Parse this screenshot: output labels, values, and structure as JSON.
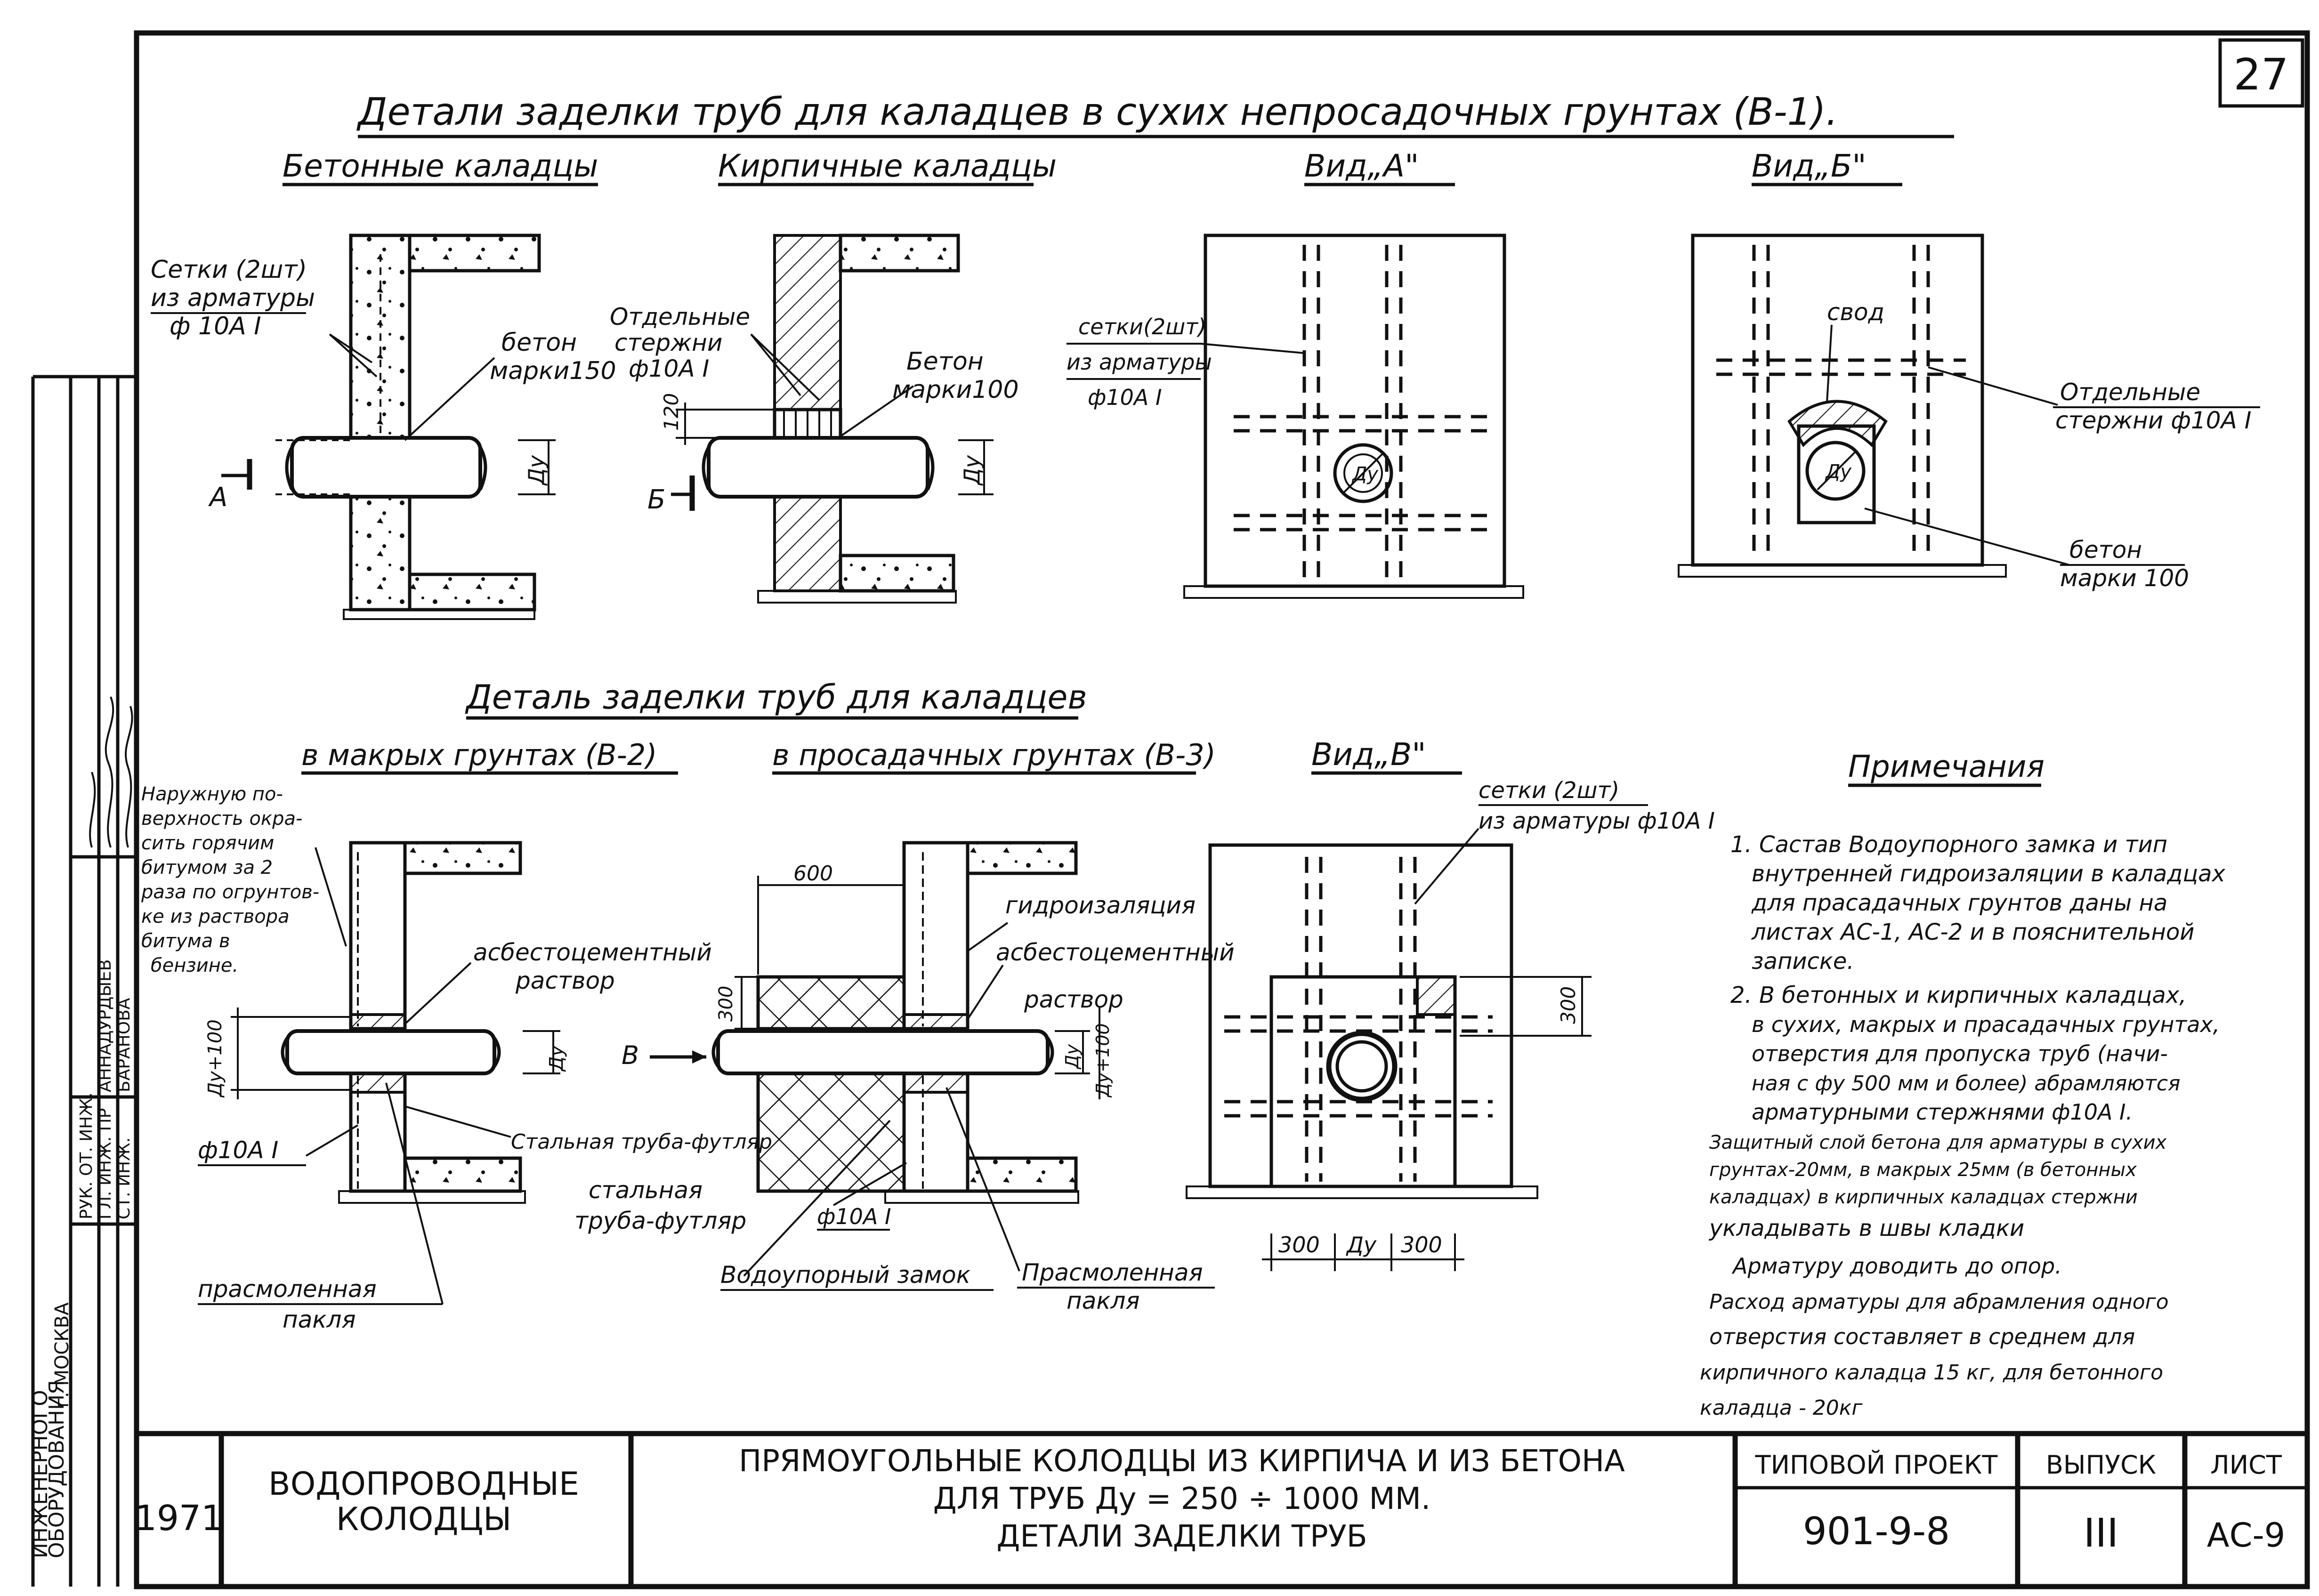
{
  "sheet_number": "27",
  "top_title": "Детали заделки труб для каладцев в сухих непросадочных грунтах (В-1).",
  "section_titles": {
    "concrete": "Бетонные каладцы",
    "brick": "Кирпичные каладцы",
    "view_a": "Вид„А\"",
    "view_b": "Вид„Б\""
  },
  "labels": {
    "nets": [
      "Сетки (2шт)",
      "из арматуры",
      "ф 10А I"
    ],
    "beton150": [
      "бетон",
      "марки150"
    ],
    "marker_a": "А",
    "marker_b": "Б",
    "dy": "Ду",
    "separate_bars": [
      "Отдельные",
      "стержни",
      "ф10А I"
    ],
    "beton100": [
      "Бетон",
      "марки100"
    ],
    "dim_120": "120",
    "nets_view_a": [
      "сетки(2шт)",
      "из арматуры",
      "ф10А I"
    ],
    "svod": "свод",
    "separate_bars_b": [
      "Отдельные",
      "стержни ф10А I"
    ],
    "beton100_b": [
      "бетон",
      "марки 100"
    ]
  },
  "middle_title": "Деталь заделки труб для каладцев",
  "sub_titles": {
    "wet": "в макрых грунтах (В-2)",
    "sagging": "в просадачных грунтах (В-3)",
    "view_v": "Вид„В\""
  },
  "bottom_labels": {
    "coating_note": [
      "Наружную по-",
      "верхность окра-",
      "сить горячим",
      "битумом за 2",
      "раза по огрунтов-",
      "ке из раствора",
      "битума в",
      "бензине."
    ],
    "asbestos_1": [
      "асбестоцементный",
      "раствор"
    ],
    "dy_100": "Ду+100",
    "f10_1": "ф10А I",
    "steel_sleeve_1": "Стальная труба-футляр",
    "tarred_1": [
      "прасмоленная",
      "пакля"
    ],
    "dim_600": "600",
    "hydro": "гидроизаляция",
    "asbestos_2": [
      "асбестоцементный",
      "раствор"
    ],
    "dim_300": "300",
    "marker_v": "В",
    "steel_sleeve_2": [
      "стальная",
      "труба-футляр"
    ],
    "f10_2": "ф10А I",
    "waterproof_lock": "Водоупорный замок",
    "tarred_2": [
      "Прасмоленная",
      "пакля"
    ],
    "nets_view_v": [
      "сетки (2шт)",
      "из арматуры ф10А I"
    ],
    "dims_v": [
      "300",
      "Ду",
      "300"
    ]
  },
  "notes": {
    "title": "Примечания",
    "lines": [
      "1. Састав Водоупорного замка и тип",
      "внутренней гидроизаляции в каладцах",
      "для прасадачных грунтов даны на",
      "листах АС-1, АС-2 и в пояснительной",
      "записке.",
      "2. В бетонных и кирпичных каладцах,",
      "в сухих, макрых и прасадачных грунтах,",
      "отверстия для пропуска труб (начи-",
      "ная с фу 500 мм и более) абрамляются",
      "арматурными стержнями ф10А I.",
      "Защитный слой бетона для арматуры в сухих",
      "грунтах-20мм, в макрых 25мм (в бетонных",
      "каладцах) в кирпичных каладцах стержни",
      "укладывать в швы кладки",
      "Арматуру доводить до опор.",
      "Расход арматуры для абрамления одного",
      "отверстия составляет в среднем для",
      "кирпичного каладца 15 кг, для бетонного",
      "каладца - 20кг"
    ]
  },
  "side_stamp": {
    "org_lines": [
      "ИНЖЕНЕРНОГО",
      "ОБОРУДОВАНИЯ",
      "г. МОСКВА"
    ],
    "roles": [
      "РУК. ОТ. ИНЖ.",
      "ГЛ. ИНЖ. ПР",
      "СТ. ИНЖ."
    ],
    "names": [
      "АННАДУРДЫЕВ",
      "БАРАНОВА"
    ]
  },
  "title_block": {
    "year": "1971",
    "category": [
      "ВОДОПРОВОДНЫЕ",
      "КОЛОДЦЫ"
    ],
    "description": [
      "ПРЯМОУГОЛЬНЫЕ КОЛОДЦЫ ИЗ КИРПИЧА И ИЗ БЕТОНА",
      "ДЛЯ ТРУБ Ду = 250 ÷ 1000 ММ.",
      "ДЕТАЛИ ЗАДЕЛКИ ТРУБ"
    ],
    "project_label": "ТИПОВОЙ ПРОЕКТ",
    "project_number": "901-9-8",
    "issue_label": "ВЫПУСК",
    "issue_number": "III",
    "sheet_label": "ЛИСТ",
    "sheet_code": "АС-9"
  }
}
